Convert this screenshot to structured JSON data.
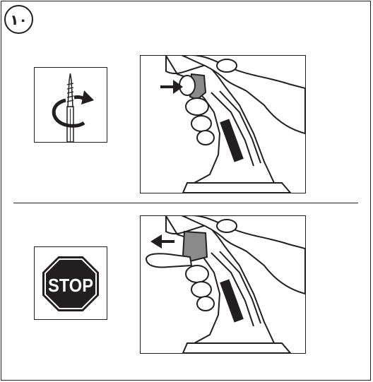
{
  "step": {
    "number": "١٠"
  },
  "panels": [
    {
      "id": "forward-rotation",
      "icon": "screw-rotation-icon",
      "action": "press-trigger"
    },
    {
      "id": "stop",
      "icon": "stop-sign-icon",
      "action": "release-trigger",
      "stop_label": "STOP",
      "stop_color": "#231f20"
    }
  ],
  "colors": {
    "line": "#231f20",
    "trigger_gray": "#8a8a8a",
    "background": "#ffffff"
  }
}
